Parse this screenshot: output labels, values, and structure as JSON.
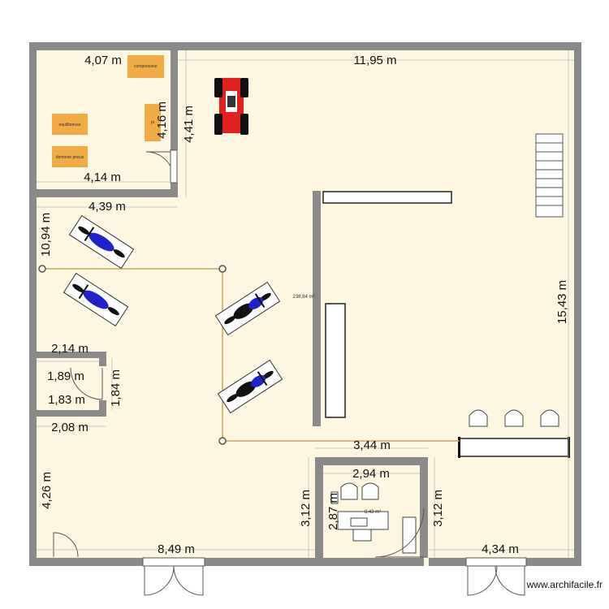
{
  "dimensions": {
    "d1": "4,07 m",
    "d2": "11,95 m",
    "d3": "4,16 m",
    "d4": "4,41 m",
    "d5": "4,14 m",
    "d6": "4,39 m",
    "d7": "10,94 m",
    "d8": "15,43 m",
    "d9": "2,14 m",
    "d10": "1,89 m",
    "d11": "1,84 m",
    "d12": "1,83 m",
    "d13": "2,08 m",
    "d14": "3,44 m",
    "d15": "2,94 m",
    "d16": "4,26 m",
    "d17": "3,12 m",
    "d18": "2,87 m",
    "d19": "3,12 m",
    "d20": "8,49 m",
    "d21": "4,34 m"
  },
  "equipment": {
    "compresseur": "compresseur",
    "equilibreuse": "equilibreuse",
    "demonte": "demonte pneus",
    "small": "pi"
  },
  "areas": {
    "main": "238,84 m²",
    "office": "8,43 m²"
  },
  "watermark": "www.archifacile.fr",
  "colors": {
    "floor": "#fdf6e0",
    "wall": "#8a8a8a",
    "equipment": "#f0ab45",
    "quad": "#e32020",
    "moto_blue": "#2222cc",
    "cable": "#c8a560"
  }
}
